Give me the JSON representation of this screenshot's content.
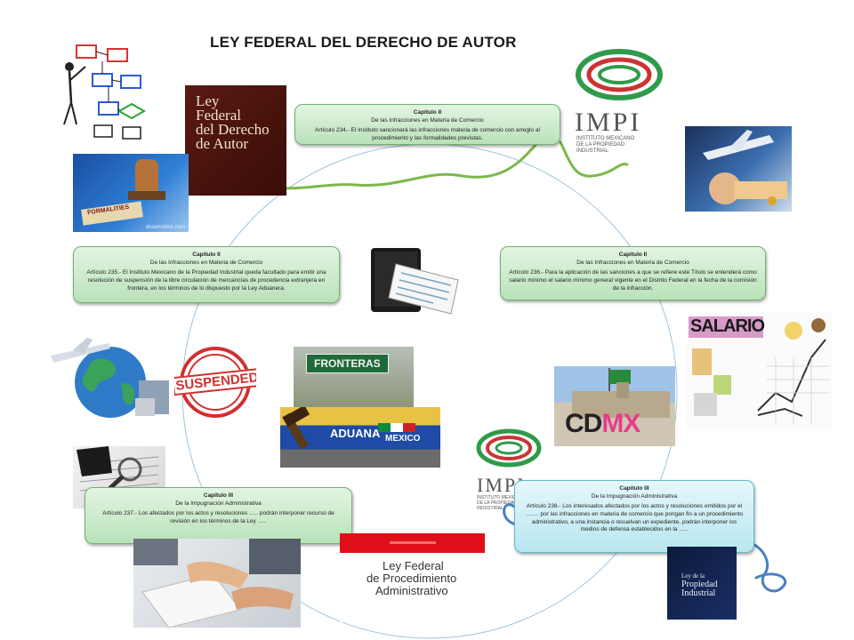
{
  "title": "LEY FEDERAL DEL DERECHO DE AUTOR",
  "boxes": [
    {
      "capitulo": "Capítulo II",
      "subtitulo": "De las Infracciones en Materia de Comercio",
      "texto": "Artículo 234.- El Instituto sancionará las infracciones materia de comercio con arreglo al procedimiento y las formalidades previstas."
    },
    {
      "capitulo": "Capítulo II",
      "subtitulo": "De las Infracciones en Materia de Comercio",
      "texto": "Artículo 235.- El Instituto Mexicano de la Propiedad Industrial queda facultado para emitir una resolución de suspensión de la libre circulación de mercancías de procedencia extranjera en frontera, en los términos de lo dispuesto por la Ley Aduanera."
    },
    {
      "capitulo": "Capítulo II",
      "subtitulo": "De las Infracciones en Materia de Comercio",
      "texto": "Artículo 236.- Para la aplicación de las sanciones a que se refiere este Título se entenderá como salario mínimo el salario mínimo general vigente en el Distrito Federal en la fecha de la comisión de la infracción."
    },
    {
      "capitulo": "Capítulo III",
      "subtitulo": "De la Impugnación Administrativa",
      "texto": "Artículo 237.- Los afectados por los actos y resoluciones ….. podrán interponer recurso de revisión en los términos de la Ley ….."
    },
    {
      "capitulo": "Capítulo III",
      "subtitulo": "De la Impugnación Administrativa",
      "texto": "Artículo 238.- Los interesados afectados por los actos y resoluciones emitidos por el ……. por las infracciones en materia de comercio que pongan fin a un procedimiento administrativo, a una instancia o resuelvan un expediente, podrán interponer los medios de defensa establecidos en la ….."
    }
  ],
  "images": {
    "ley_autor_book": [
      "Ley",
      "Federal",
      "del Derecho",
      "de Autor"
    ],
    "stamp_word": "FORMALITIES",
    "dreamstime": "dreamstime.com",
    "impi_top": {
      "acronym": "IMPI",
      "line1": "INSTITUTO MEXICANO",
      "line2": "DE LA PROPIEDAD",
      "line3": "INDUSTRIAL"
    },
    "impi_bottom": {
      "acronym": "IMPI",
      "line1": "INSTITUTO MEXICANO",
      "line2": "DE LA PROPIEDAD",
      "line3": "INDUSTRIAL"
    },
    "salario": "SALARIO",
    "suspended": "SUSPENDED",
    "fronteras": "FRONTERAS",
    "aduana": "ADUANA",
    "mexico": "MEXICO",
    "cdmx_cd": "CD",
    "cdmx_mx": "MX",
    "ley_procedimiento": [
      "Ley Federal",
      "de Procedimiento",
      "Administrativo"
    ],
    "ley_propiedad": [
      "Ley de la",
      "Propiedad",
      "Industrial"
    ]
  },
  "colors": {
    "box_green": "#c6e8c6",
    "box_blue": "#c4ecf3",
    "connector_green": "#7cb84a",
    "connector_blue": "#4a7fc1",
    "circle_line": "#8fb8d8"
  }
}
